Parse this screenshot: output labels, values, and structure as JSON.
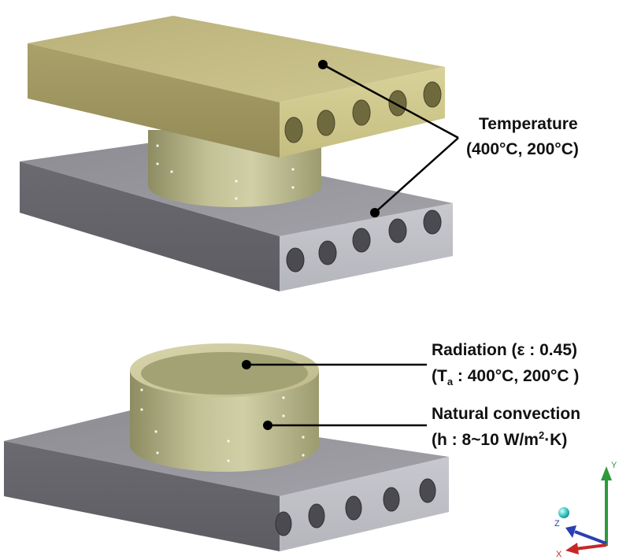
{
  "labels": {
    "temperature": {
      "line1": "Temperature",
      "line2": "(400°C, 200°C)"
    },
    "radiation": {
      "line1": "Radiation (ε : 0.45)",
      "line2_prefix": "(T",
      "line2_sub": "a",
      "line2_suffix": " : 400°C, 200°C )"
    },
    "convection": {
      "line1": "Natural convection",
      "line2_prefix": "(h : 8~10 W/m",
      "line2_sup": "2",
      "line2_suffix": "·K)"
    }
  },
  "triad": {
    "y_label": "Y",
    "z_label": "Z",
    "x_label": "X"
  },
  "colors": {
    "heater": "#cdc68a",
    "insulator": "#c9c9a0",
    "base_plate": "#a6a6ad",
    "axis_y": "#2e9a3a",
    "axis_z": "#2a3fb0",
    "axis_x": "#c62828"
  }
}
